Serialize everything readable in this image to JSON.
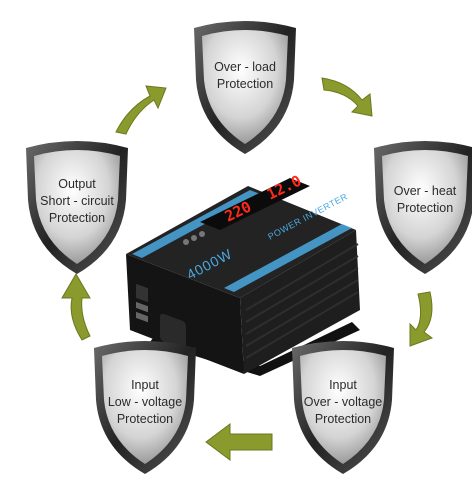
{
  "shields": [
    {
      "id": "overload",
      "lines": [
        "Over - load",
        "Protection"
      ]
    },
    {
      "id": "overheat",
      "lines": [
        "Over - heat",
        "Protection"
      ]
    },
    {
      "id": "input-overvoltage",
      "lines": [
        "Input",
        "Over - voltage",
        "Protection"
      ]
    },
    {
      "id": "input-lowvoltage",
      "lines": [
        "Input",
        "Low - voltage",
        "Protection"
      ]
    },
    {
      "id": "output-short",
      "lines": [
        "Output",
        "Short - circuit",
        "Protection"
      ]
    }
  ],
  "inverter": {
    "title": "POWER INVERTER",
    "wattage": "4000W",
    "display_left": "12.0",
    "display_right": "220"
  },
  "colors": {
    "arrow": "#8a9a2c",
    "shield_rim": "#3a3a3a",
    "shield_face": "#d8d8d8",
    "inverter_body": "#1b1b1b",
    "accent_blue": "#4aa8e0",
    "display_red": "#ff2a1a"
  }
}
